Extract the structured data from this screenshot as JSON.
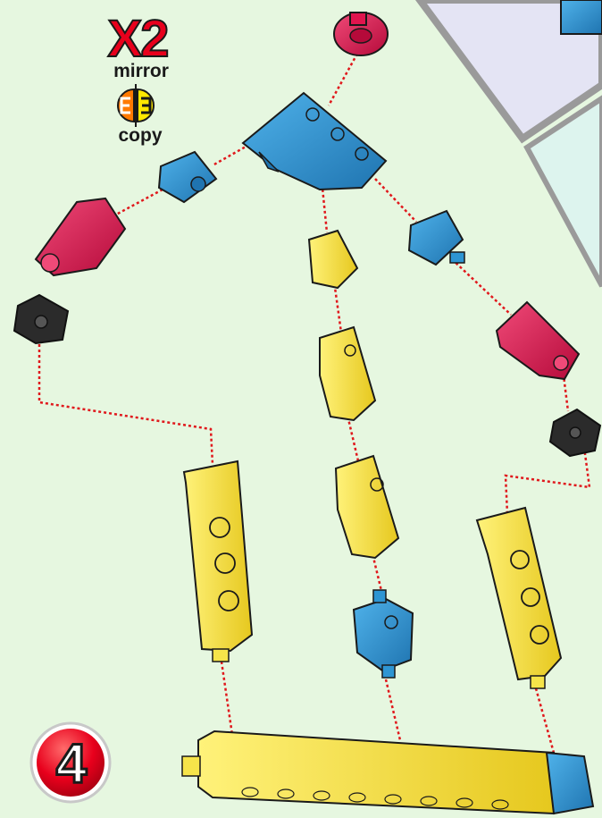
{
  "instruction": {
    "multiplier": "X2",
    "mirror_label": "mirror",
    "copy_label": "copy",
    "step_number": "4"
  },
  "colors": {
    "background": "#e6f7e0",
    "panel": "#e4e4f4",
    "panel_right": "#ddf4ee",
    "connector_line": "#e0181c",
    "yellow_part": "#f6e44a",
    "blue_part": "#2e95d3",
    "red_part": "#e0154e",
    "black_part": "#2b2b2b",
    "mirror_badge_orange": "#ff7a00",
    "mirror_badge_yellow": "#ffe800",
    "step_badge_red": "#e8001c"
  },
  "icons": [
    "mirror-copy-icon",
    "step-badge-icon"
  ]
}
